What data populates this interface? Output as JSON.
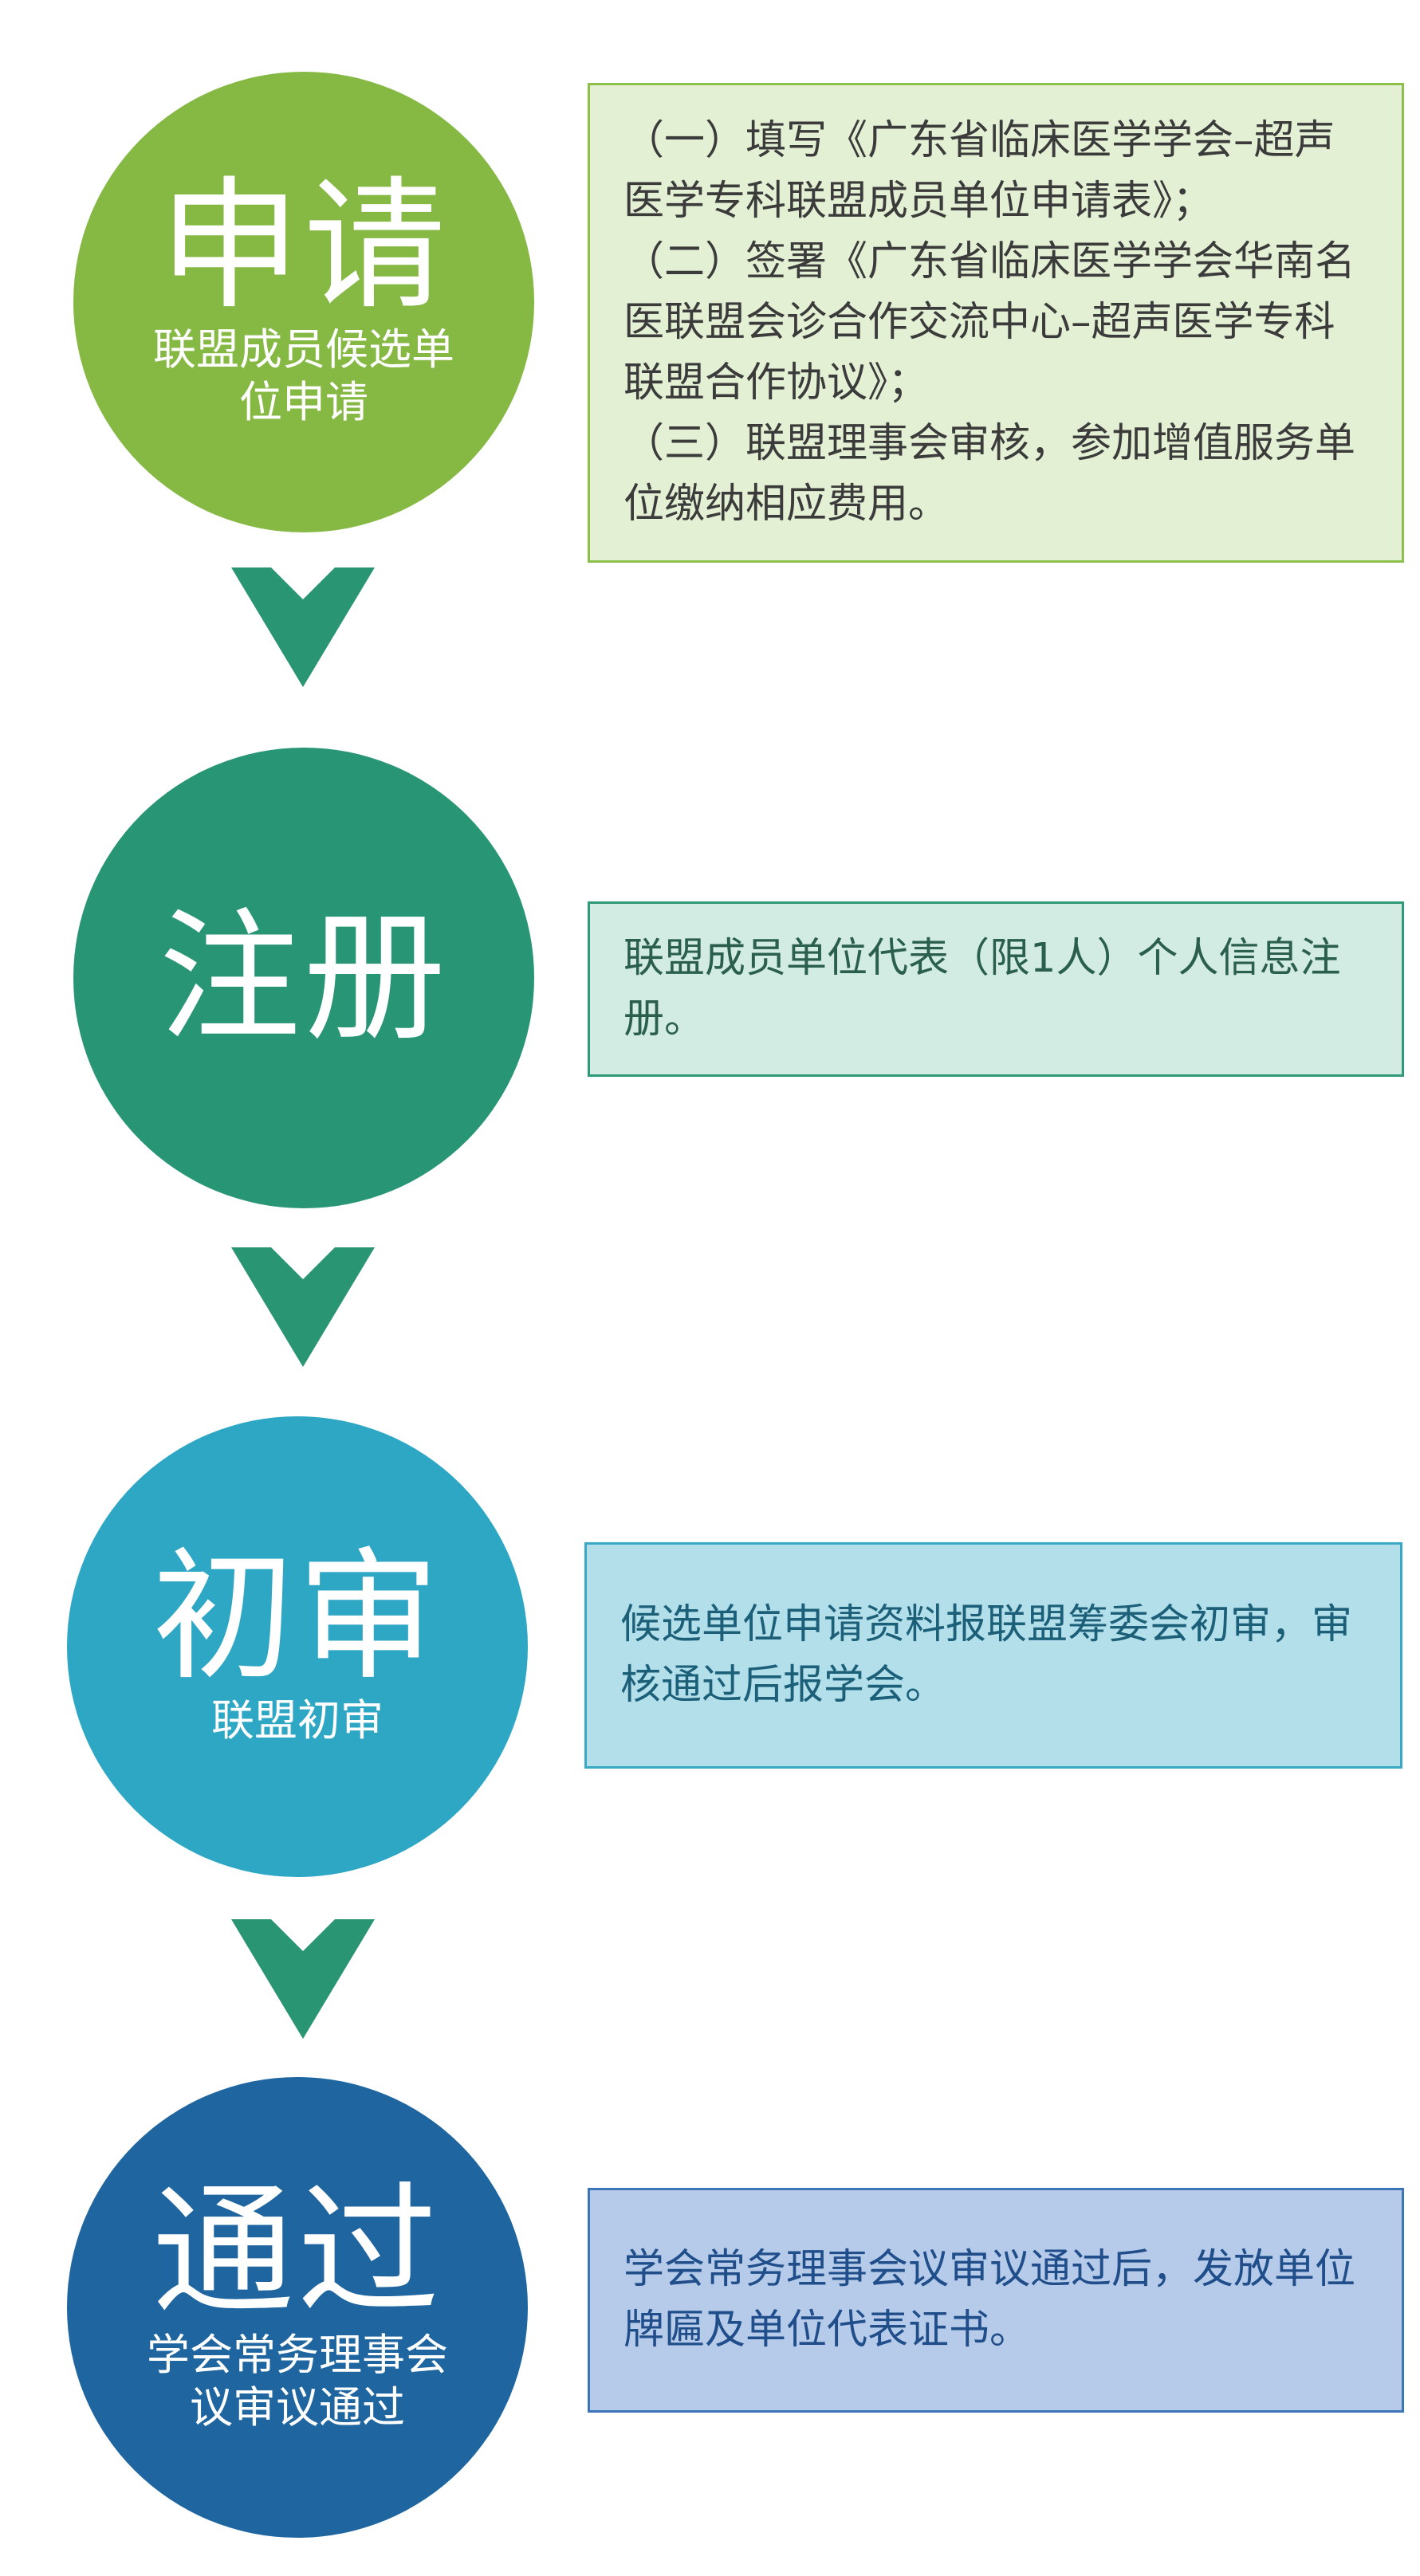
{
  "steps": [
    {
      "title": "申请",
      "subtitle": "联盟成员候选单位申请",
      "color": "#86b943",
      "box_bg": "#e3f0d3",
      "box_border": "#8cc04a",
      "box_text_color": "#3b3b3b",
      "lines": [
        "（一）填写《广东省临床医学学会–超声医学专科联盟成员单位申请表》；",
        "（二）签署《广东省临床医学学会华南名医联盟会诊合作交流中心–超声医学专科联盟合作协议》；",
        "（三）联盟理事会审核，参加增值服务单位缴纳相应费用。"
      ]
    },
    {
      "title": "注册",
      "subtitle": "",
      "color": "#289674",
      "box_bg": "#d2ebe3",
      "box_border": "#2e9a78",
      "box_text_color": "#2a5e4d",
      "lines": [
        "联盟成员单位代表（限1人）个人信息注册。"
      ]
    },
    {
      "title": "初审",
      "subtitle": "联盟初审",
      "color": "#2ea7c4",
      "box_bg": "#b3dfeb",
      "box_border": "#3aa9c5",
      "box_text_color": "#1b5f78",
      "lines": [
        "候选单位申请资料报联盟筹委会初审，审核通过后报学会。"
      ]
    },
    {
      "title": "通过",
      "subtitle": "学会常务理事会议审议通过",
      "color": "#1f66a0",
      "box_bg": "#b6cbe9",
      "box_border": "#3b75b7",
      "box_text_color": "#1f4e8a",
      "lines": [
        "学会常务理事会议审议通过后，发放单位牌匾及单位代表证书。"
      ]
    }
  ],
  "arrow_color": "#2a9573",
  "arrows": [
    {
      "name": "chevron-down-icon"
    },
    {
      "name": "chevron-down-icon"
    },
    {
      "name": "chevron-down-icon"
    }
  ]
}
